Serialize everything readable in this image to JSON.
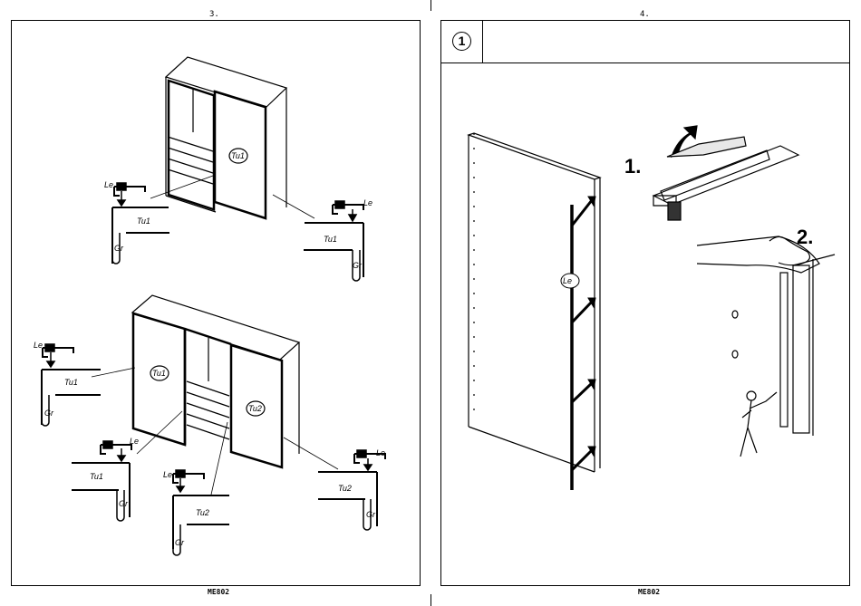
{
  "left_page": {
    "page_number": "3.",
    "footer_code": "ME802",
    "labels": {
      "door1": "Tu1",
      "door2": "Tu2",
      "slider": "Le",
      "handle": "Gr"
    }
  },
  "right_page": {
    "page_number": "4.",
    "footer_code": "ME802",
    "step_number": "1",
    "substeps": [
      "1.",
      "2."
    ],
    "labels": {
      "strip": "Le"
    }
  }
}
